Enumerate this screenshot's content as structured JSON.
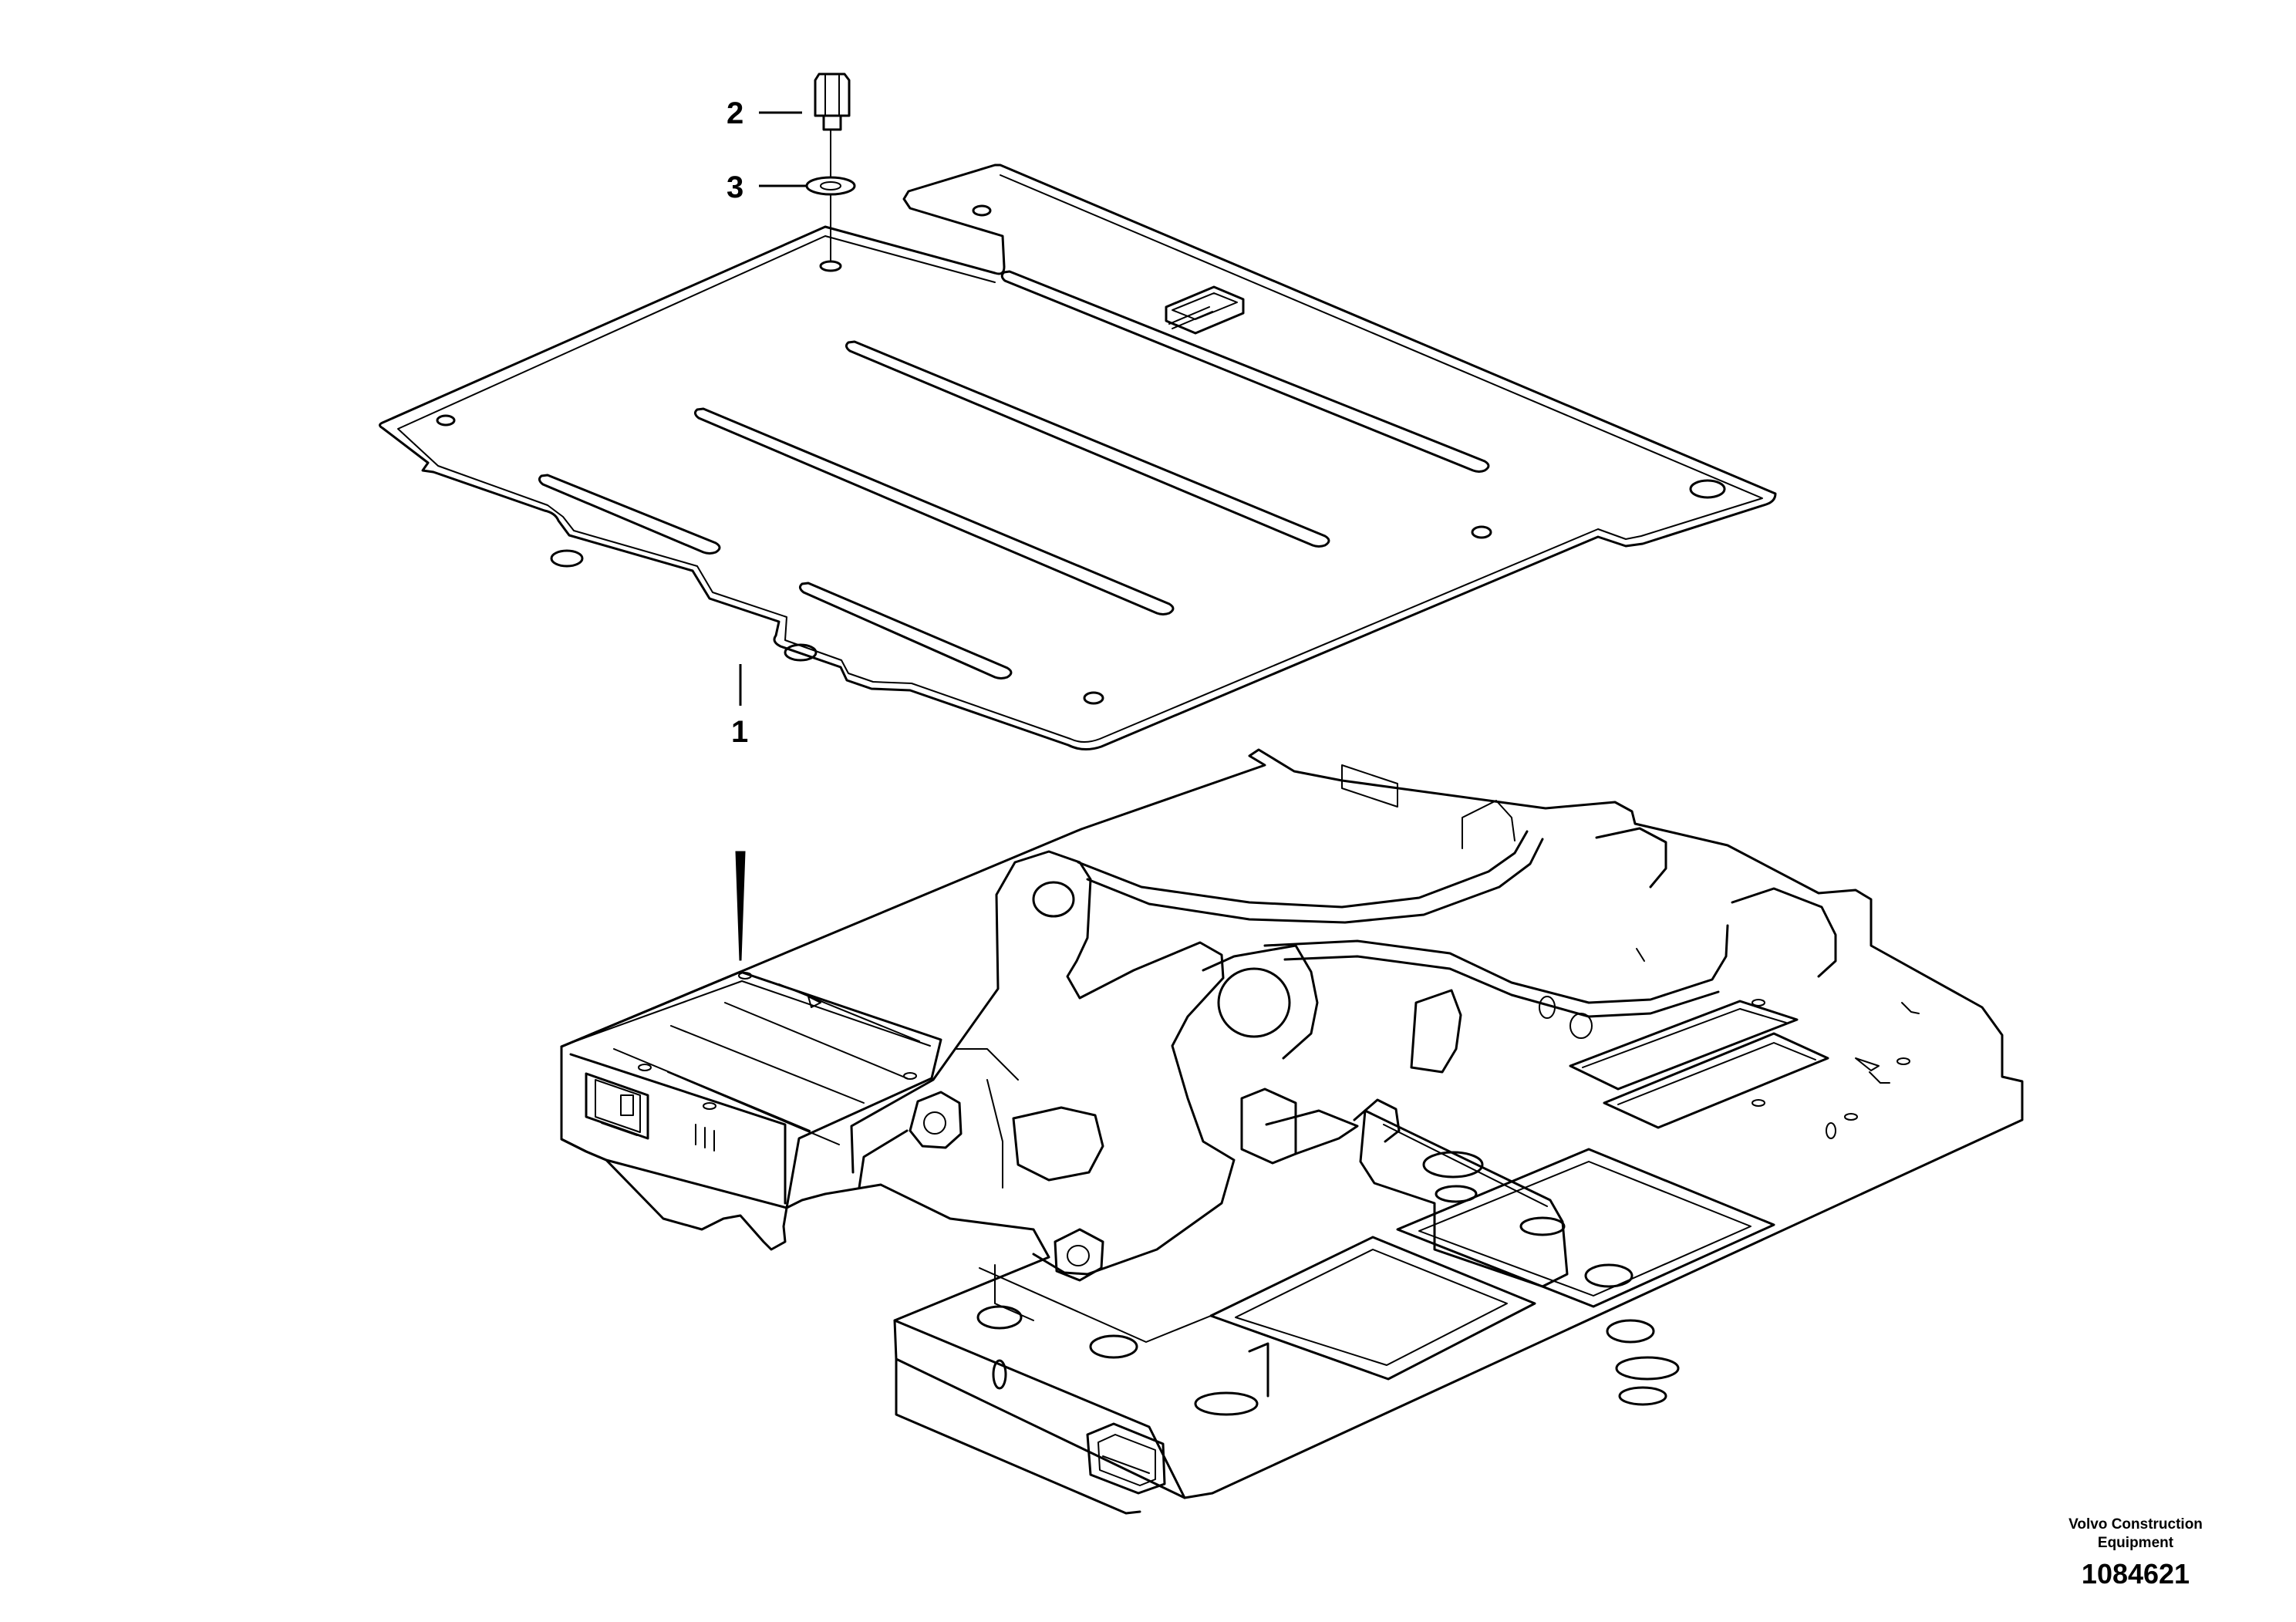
{
  "callouts": [
    {
      "id": "1",
      "label": "1",
      "part": "floor plate"
    },
    {
      "id": "2",
      "label": "2",
      "part": "screw"
    },
    {
      "id": "3",
      "label": "3",
      "part": "washer"
    }
  ],
  "footer": {
    "brand_line1": "Volvo Construction",
    "brand_line2": "Equipment",
    "drawing_number": "1084621"
  }
}
